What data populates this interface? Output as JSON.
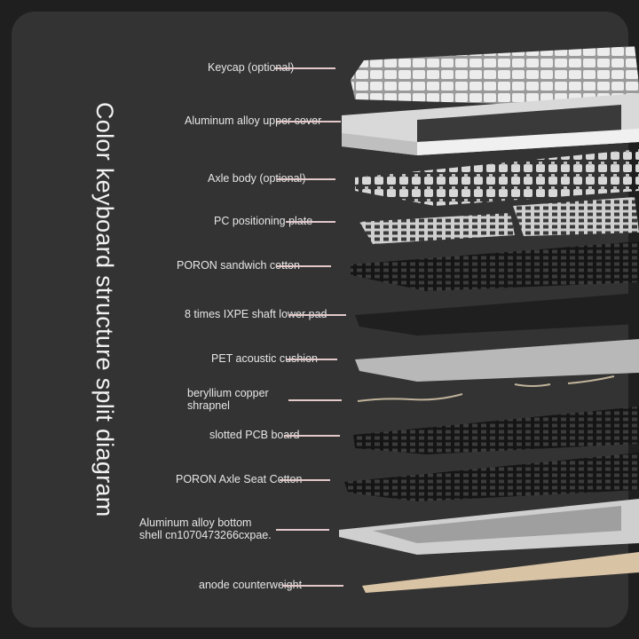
{
  "title": "Color keyboard structure split diagram",
  "colors": {
    "background": "#1f1f1f",
    "panel": "#333333",
    "leader_line": "#e3c9c9",
    "text": "#e6e6e6"
  },
  "layers": [
    {
      "label": "Keycap (optional)"
    },
    {
      "label": "Aluminum alloy upper cover"
    },
    {
      "label": "Axle body (optional)"
    },
    {
      "label": "PC positioning plate"
    },
    {
      "label": "PORON sandwich cotton"
    },
    {
      "label": "8 times IXPE shaft lower pad"
    },
    {
      "label": "PET acoustic cushion"
    },
    {
      "label": "beryllium copper",
      "label2": "shrapnel"
    },
    {
      "label": "slotted PCB board"
    },
    {
      "label": "PORON Axle Seat Cotton"
    },
    {
      "label": "Aluminum alloy bottom",
      "label2": "shell cn1070473266cxpae."
    },
    {
      "label": "anode counterweight"
    }
  ]
}
